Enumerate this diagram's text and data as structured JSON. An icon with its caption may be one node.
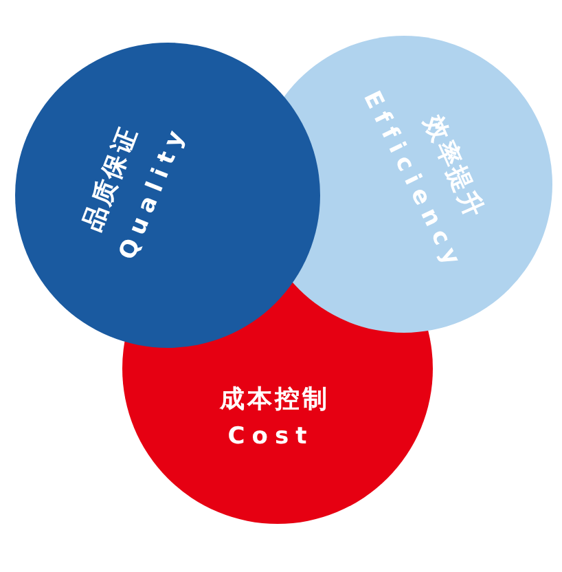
{
  "diagram": {
    "nodes": [
      {
        "text": [
          "品质保证",
          "Quality"
        ]
      },
      {
        "text": [
          "效率提升",
          "Efficiency"
        ]
      },
      {
        "text": [
          "成本控制",
          "Cost"
        ]
      }
    ]
  }
}
